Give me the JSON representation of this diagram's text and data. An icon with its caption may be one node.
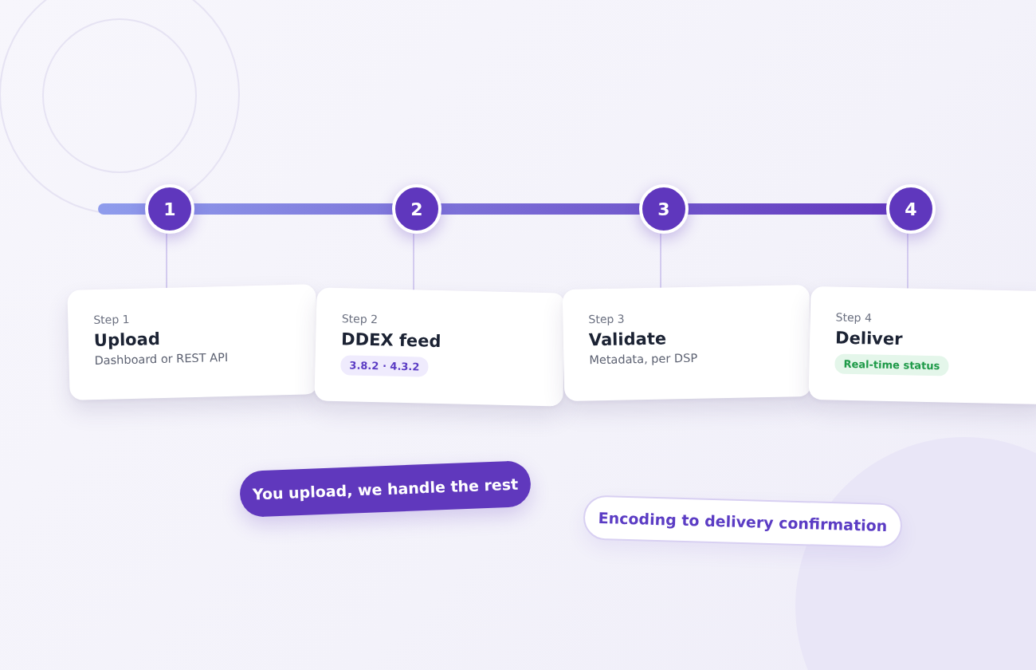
{
  "diagram": {
    "nodes": [
      {
        "text": [
          "1"
        ]
      },
      {
        "text": [
          "2"
        ]
      },
      {
        "text": [
          "3"
        ]
      },
      {
        "text": [
          "4"
        ]
      },
      {
        "text": [
          "Step 1",
          "Upload",
          "Dashboard or REST API"
        ]
      },
      {
        "text": [
          "Step 2",
          "DDEX feed",
          "3.8.2 · 4.3.2"
        ]
      },
      {
        "text": [
          "Step 3",
          "Validate",
          "Metadata, per DSP"
        ]
      },
      {
        "text": [
          "Step 4",
          "Deliver",
          "Real-time status"
        ]
      },
      {
        "text": [
          "You upload, we handle the rest"
        ]
      },
      {
        "text": [
          "Encoding to delivery confirmation"
        ]
      }
    ],
    "edges": [
      {
        "from": null,
        "to": 0,
        "arrow": "none",
        "style": "thick"
      },
      {
        "from": 0,
        "to": 1,
        "arrow": "none",
        "style": "thick"
      },
      {
        "from": 1,
        "to": 2,
        "arrow": "none",
        "style": "thick"
      },
      {
        "from": 2,
        "to": 3,
        "arrow": "none",
        "style": "thick"
      },
      {
        "from": 0,
        "to": 4,
        "arrow": "none",
        "color": "#d3cbef"
      },
      {
        "from": 1,
        "to": 5,
        "arrow": "none",
        "color": "#d3cbef"
      },
      {
        "from": 2,
        "to": 6,
        "arrow": "none",
        "color": "#d3cbef"
      },
      {
        "from": 3,
        "to": 7,
        "arrow": "none",
        "color": "#d3cbef"
      }
    ]
  }
}
